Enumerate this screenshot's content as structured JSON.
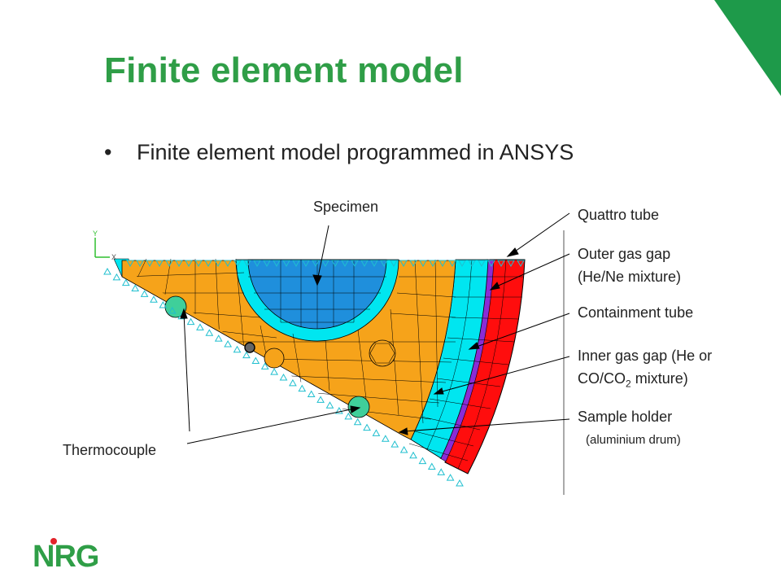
{
  "slide": {
    "title": "Finite element model",
    "bullet": "Finite element model programmed in ANSYS"
  },
  "labels": {
    "specimen": "Specimen",
    "quattro_tube": "Quattro tube",
    "outer_gas_gap_line1": "Outer gas gap",
    "outer_gas_gap_line2": "(He/Ne mixture)",
    "containment_tube": "Containment tube",
    "inner_gas_gap_line1": "Inner gas gap (He or",
    "inner_gas_gap_line2_a": "CO/CO",
    "inner_gas_gap_line2_sub": "2",
    "inner_gas_gap_line2_b": " mixture)",
    "sample_holder": "Sample holder",
    "sample_holder_note": "(aluminium drum)",
    "thermocouple": "Thermocouple"
  },
  "axis_triad": {
    "x": "X",
    "y": "Y"
  },
  "logo": {
    "text": "NRG"
  },
  "colors": {
    "title_green": "#2f9e47",
    "corner_green": "#1e9a4a",
    "specimen_blue": "#1f8fdc",
    "cyan": "#00e6f0",
    "orange": "#f6a31a",
    "purple": "#8b2bd6",
    "red": "#ff0d0d",
    "thermocouple_green": "#3fcf9a",
    "logo_red": "#e2232a"
  }
}
